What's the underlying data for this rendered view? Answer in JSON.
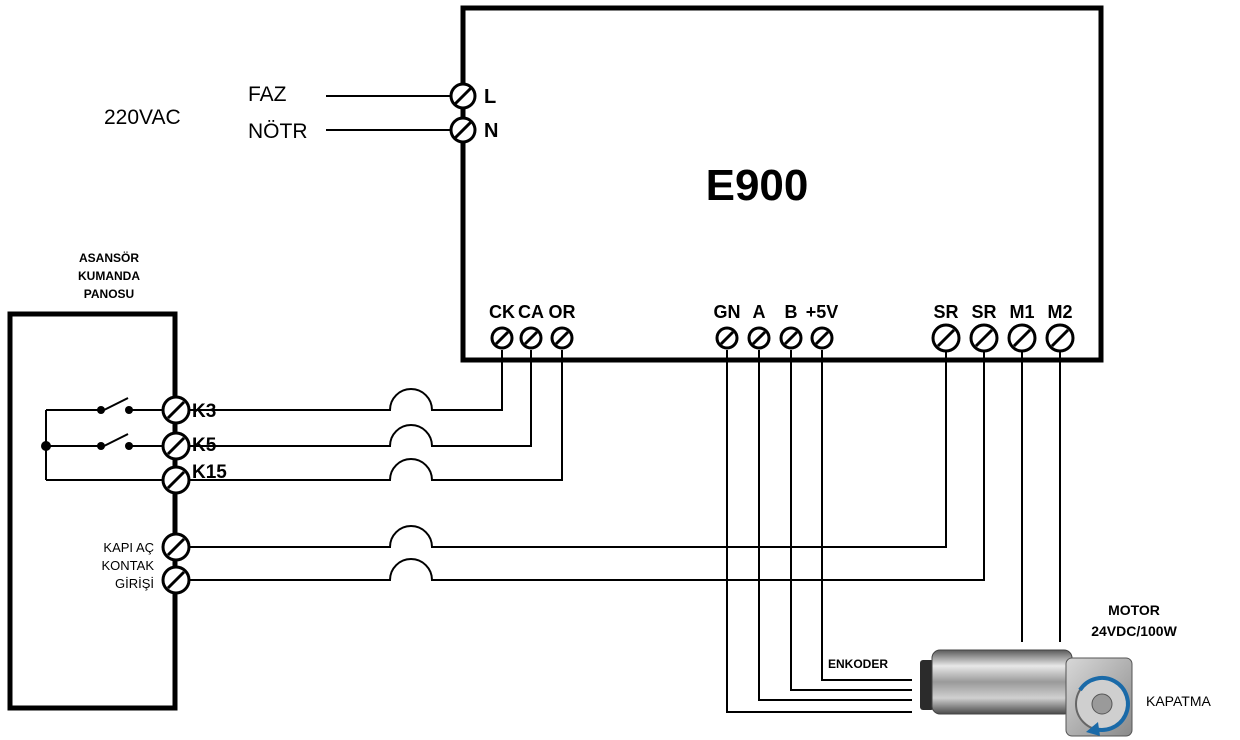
{
  "supply": {
    "voltage": "220VAC",
    "phase": "FAZ",
    "neutral": "NÖTR",
    "terminal_l": "L",
    "terminal_n": "N"
  },
  "controller": {
    "name": "E900",
    "terminals_control": [
      "CK",
      "CA",
      "OR"
    ],
    "terminals_encoder": [
      "GN",
      "A",
      "B",
      "+5V"
    ],
    "terminals_power": [
      "SR",
      "SR",
      "M1",
      "M2"
    ]
  },
  "panel": {
    "title_lines": [
      "ASANSÖR",
      "KUMANDA",
      "PANOSU"
    ],
    "terminals": [
      "K3",
      "K5",
      "K15"
    ],
    "door_input_lines": [
      "KAPI AÇ",
      "KONTAK",
      "GİRİŞİ"
    ]
  },
  "motor": {
    "title": "MOTOR",
    "rating": "24VDC/100W",
    "encoder_label": "ENKODER",
    "direction_label": "KAPATMA"
  }
}
